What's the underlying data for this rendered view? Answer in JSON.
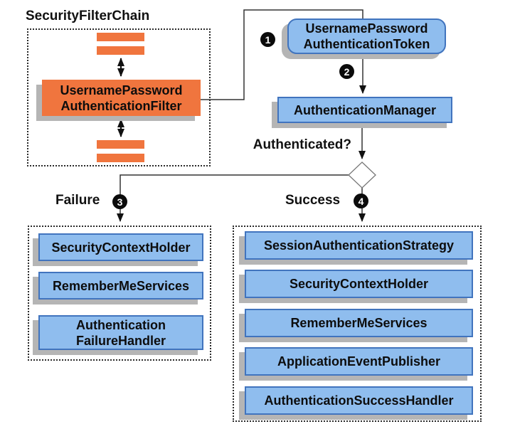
{
  "colors": {
    "orange": "#F0753E",
    "blue_fill": "#8FBDEE",
    "blue_border": "#4174BE",
    "shadow": "#B5B5B5",
    "line": "#222222"
  },
  "filter_chain": {
    "title": "SecurityFilterChain",
    "filter": {
      "line1": "UsernamePassword",
      "line2": "AuthenticationFilter"
    }
  },
  "token": {
    "step": "1",
    "line1": "UsernamePassword",
    "line2": "AuthenticationToken"
  },
  "manager": {
    "step": "2",
    "label": "AuthenticationManager"
  },
  "decision": {
    "label": "Authenticated?"
  },
  "failure_branch": {
    "label": "Failure",
    "step": "3",
    "boxes": [
      {
        "line1": "SecurityContextHolder"
      },
      {
        "line1": "RememberMeServices"
      },
      {
        "line1": "Authentication",
        "line2": "FailureHandler"
      }
    ]
  },
  "success_branch": {
    "label": "Success",
    "step": "4",
    "boxes": [
      {
        "line1": "SessionAuthenticationStrategy"
      },
      {
        "line1": "SecurityContextHolder"
      },
      {
        "line1": "RememberMeServices"
      },
      {
        "line1": "ApplicationEventPublisher"
      },
      {
        "line1": "AuthenticationSuccessHandler"
      }
    ]
  }
}
